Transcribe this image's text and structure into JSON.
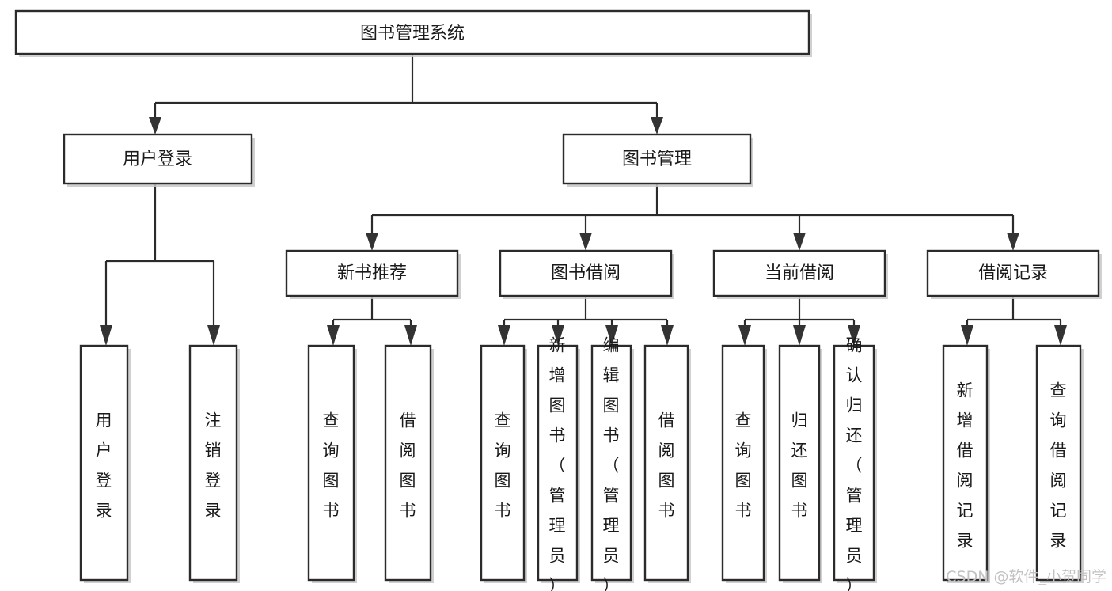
{
  "diagram": {
    "type": "tree-hierarchy",
    "title": "图书管理系统",
    "orientation": "top-down",
    "levels": 4,
    "root": {
      "id": "root",
      "label": "图书管理系统",
      "orientation": "horizontal"
    },
    "level2": [
      {
        "id": "user-login",
        "label": "用户登录",
        "orientation": "horizontal"
      },
      {
        "id": "book-management",
        "label": "图书管理",
        "orientation": "horizontal"
      }
    ],
    "level3": [
      {
        "id": "new-book-recommend",
        "label": "新书推荐",
        "parent": "book-management",
        "orientation": "horizontal"
      },
      {
        "id": "book-borrow",
        "label": "图书借阅",
        "parent": "book-management",
        "orientation": "horizontal"
      },
      {
        "id": "current-borrow",
        "label": "当前借阅",
        "parent": "book-management",
        "orientation": "horizontal"
      },
      {
        "id": "borrow-record",
        "label": "借阅记录",
        "parent": "book-management",
        "orientation": "horizontal"
      }
    ],
    "leaves": [
      {
        "id": "leaf-user-login",
        "label": "用户登录",
        "parent": "user-login",
        "orientation": "vertical"
      },
      {
        "id": "leaf-user-logout",
        "label": "注销登录",
        "parent": "user-login",
        "orientation": "vertical"
      },
      {
        "id": "leaf-query-book-1",
        "label": "查询图书",
        "parent": "new-book-recommend",
        "orientation": "vertical"
      },
      {
        "id": "leaf-borrow-book-1",
        "label": "借阅图书",
        "parent": "new-book-recommend",
        "orientation": "vertical"
      },
      {
        "id": "leaf-query-book-2",
        "label": "查询图书",
        "parent": "book-borrow",
        "orientation": "vertical"
      },
      {
        "id": "leaf-add-book",
        "label": "新增图书（管理员）",
        "parent": "book-borrow",
        "orientation": "vertical"
      },
      {
        "id": "leaf-edit-book",
        "label": "编辑图书（管理员）",
        "parent": "book-borrow",
        "orientation": "vertical"
      },
      {
        "id": "leaf-borrow-book-2",
        "label": "借阅图书",
        "parent": "book-borrow",
        "orientation": "vertical"
      },
      {
        "id": "leaf-query-book-3",
        "label": "查询图书",
        "parent": "current-borrow",
        "orientation": "vertical"
      },
      {
        "id": "leaf-return-book",
        "label": "归还图书",
        "parent": "current-borrow",
        "orientation": "vertical"
      },
      {
        "id": "leaf-confirm-return",
        "label": "确认归还（管理员）",
        "parent": "current-borrow",
        "orientation": "vertical"
      },
      {
        "id": "leaf-add-record",
        "label": "新增借阅记录",
        "parent": "borrow-record",
        "orientation": "vertical"
      },
      {
        "id": "leaf-query-record",
        "label": "查询借阅记录",
        "parent": "borrow-record",
        "orientation": "vertical"
      }
    ],
    "watermark": "CSDN @软件_小贺同学",
    "colors": {
      "background": "#ffffff",
      "box_fill": "#ffffff",
      "box_stroke": "#2b2b2b",
      "connector": "#2b2b2b",
      "text": "#1a1a1a",
      "watermark": "#c2c2c2",
      "shadow": "#c8c8c8"
    }
  }
}
